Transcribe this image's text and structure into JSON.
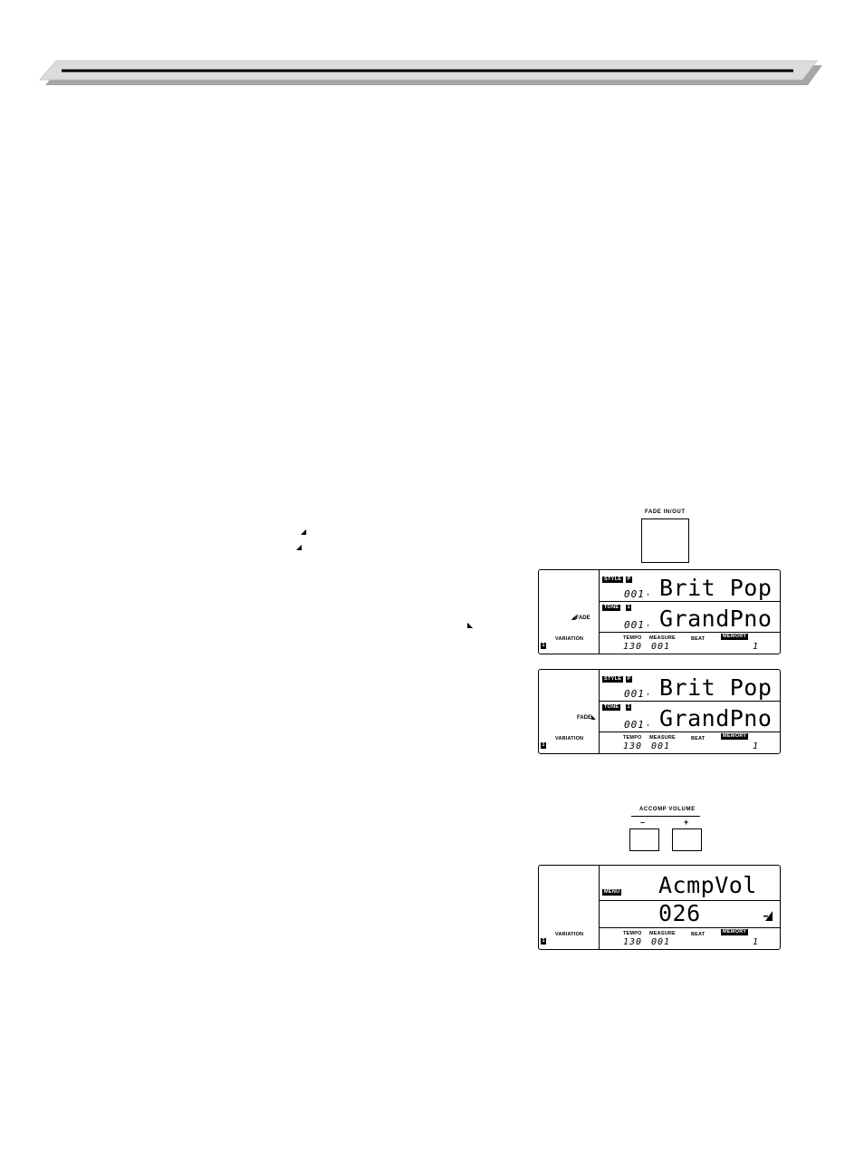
{
  "fade_button": {
    "label": "FADE IN/OUT"
  },
  "fade_in_mark": "◢",
  "fade_out_mark": "◣",
  "lcd_fade_in": {
    "style_tag": "STYLE",
    "style_bank": "P",
    "style_number": "001",
    "style_name": "Brit Pop",
    "tone_tag": "TONE",
    "tone_bank": "1",
    "tone_number": "001",
    "tone_name": "GrandPno",
    "fade_indicator": "◢FADE",
    "variation_label": "VARIATION",
    "variation_value": "1",
    "tempo_label": "TEMPO",
    "tempo_value": "130",
    "measure_label": "MEASURE",
    "measure_value": "001",
    "beat_label": "BEAT",
    "memory_label": "MEMORY",
    "memory_value": "1"
  },
  "lcd_fade_out": {
    "style_tag": "STYLE",
    "style_bank": "P",
    "style_number": "001",
    "style_name": "Brit Pop",
    "tone_tag": "TONE",
    "tone_bank": "1",
    "tone_number": "001",
    "tone_name": "GrandPno",
    "fade_indicator": "FADE◣",
    "variation_label": "VARIATION",
    "variation_value": "1",
    "tempo_label": "TEMPO",
    "tempo_value": "130",
    "measure_label": "MEASURE",
    "measure_value": "001",
    "beat_label": "BEAT",
    "memory_label": "MEMORY",
    "memory_value": "1"
  },
  "accomp_volume": {
    "label": "ACCOMP VOLUME",
    "minus_label": "–",
    "plus_label": "+"
  },
  "lcd_acmpvol": {
    "menu_tag": "MENU",
    "title": "AcmpVol",
    "value": "026",
    "variation_label": "VARIATION",
    "variation_value": "1",
    "tempo_label": "TEMPO",
    "tempo_value": "130",
    "measure_label": "MEASURE",
    "measure_value": "001",
    "beat_label": "BEAT",
    "memory_label": "MEMORY",
    "memory_value": "1"
  }
}
